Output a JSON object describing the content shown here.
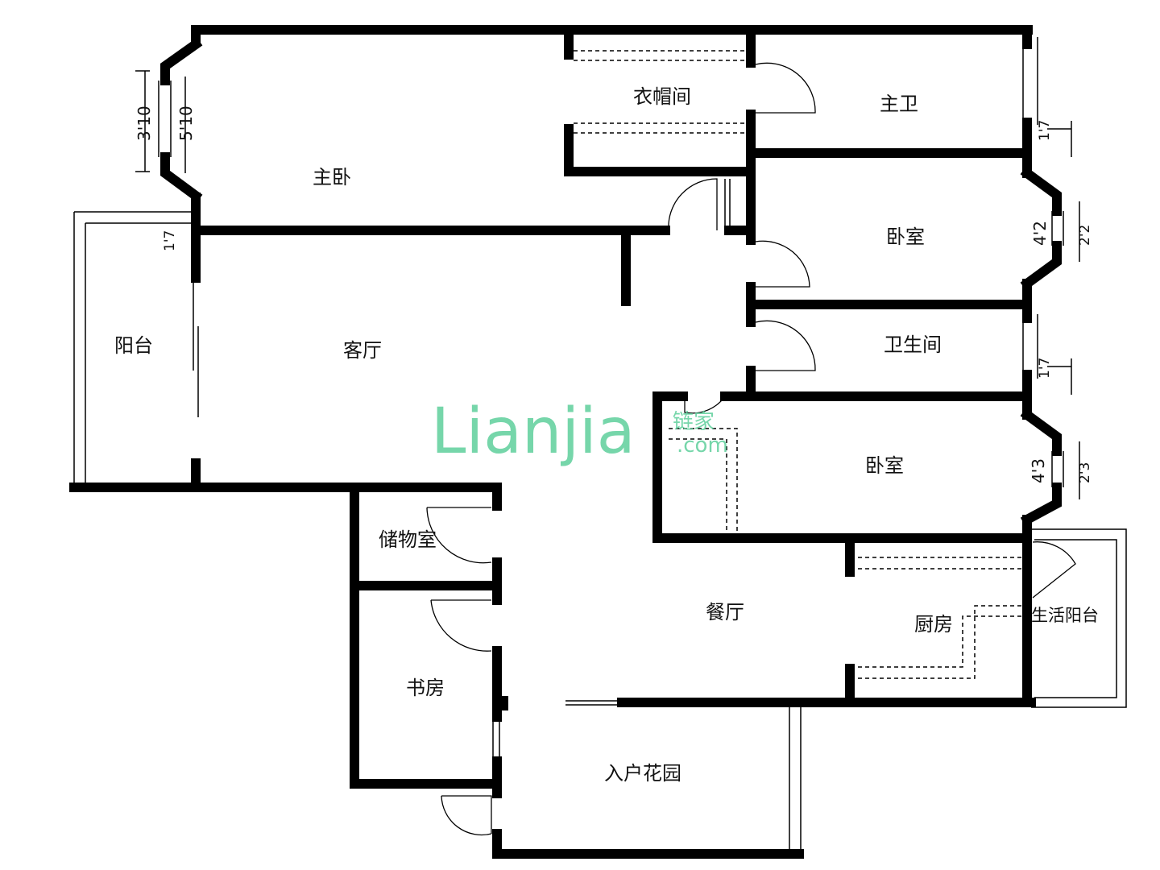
{
  "rooms": {
    "cloakroom": "衣帽间",
    "master_bath": "主卫",
    "master_bedroom": "主卧",
    "bedroom_1": "卧室",
    "balcony": "阳台",
    "living_room": "客厅",
    "bathroom": "卫生间",
    "bedroom_2": "卧室",
    "storage": "储物室",
    "dining_room": "餐厅",
    "kitchen": "厨房",
    "utility_balcony": "生活阳台",
    "study": "书房",
    "entry_garden": "入户花园"
  },
  "dimensions": {
    "bay_left_inner": "3'10",
    "bay_left_outer": "5'10",
    "left_small": "1'7",
    "right_top_small": "1'7",
    "bay_right_1": "4'2",
    "bay_right_1_inner": "2'2",
    "right_mid_small": "1'7",
    "bay_right_2": "4'3",
    "bay_right_2_inner": "2'3"
  },
  "watermark": {
    "main": "Lianjia",
    "domain": ".com",
    "cn": "链家"
  }
}
